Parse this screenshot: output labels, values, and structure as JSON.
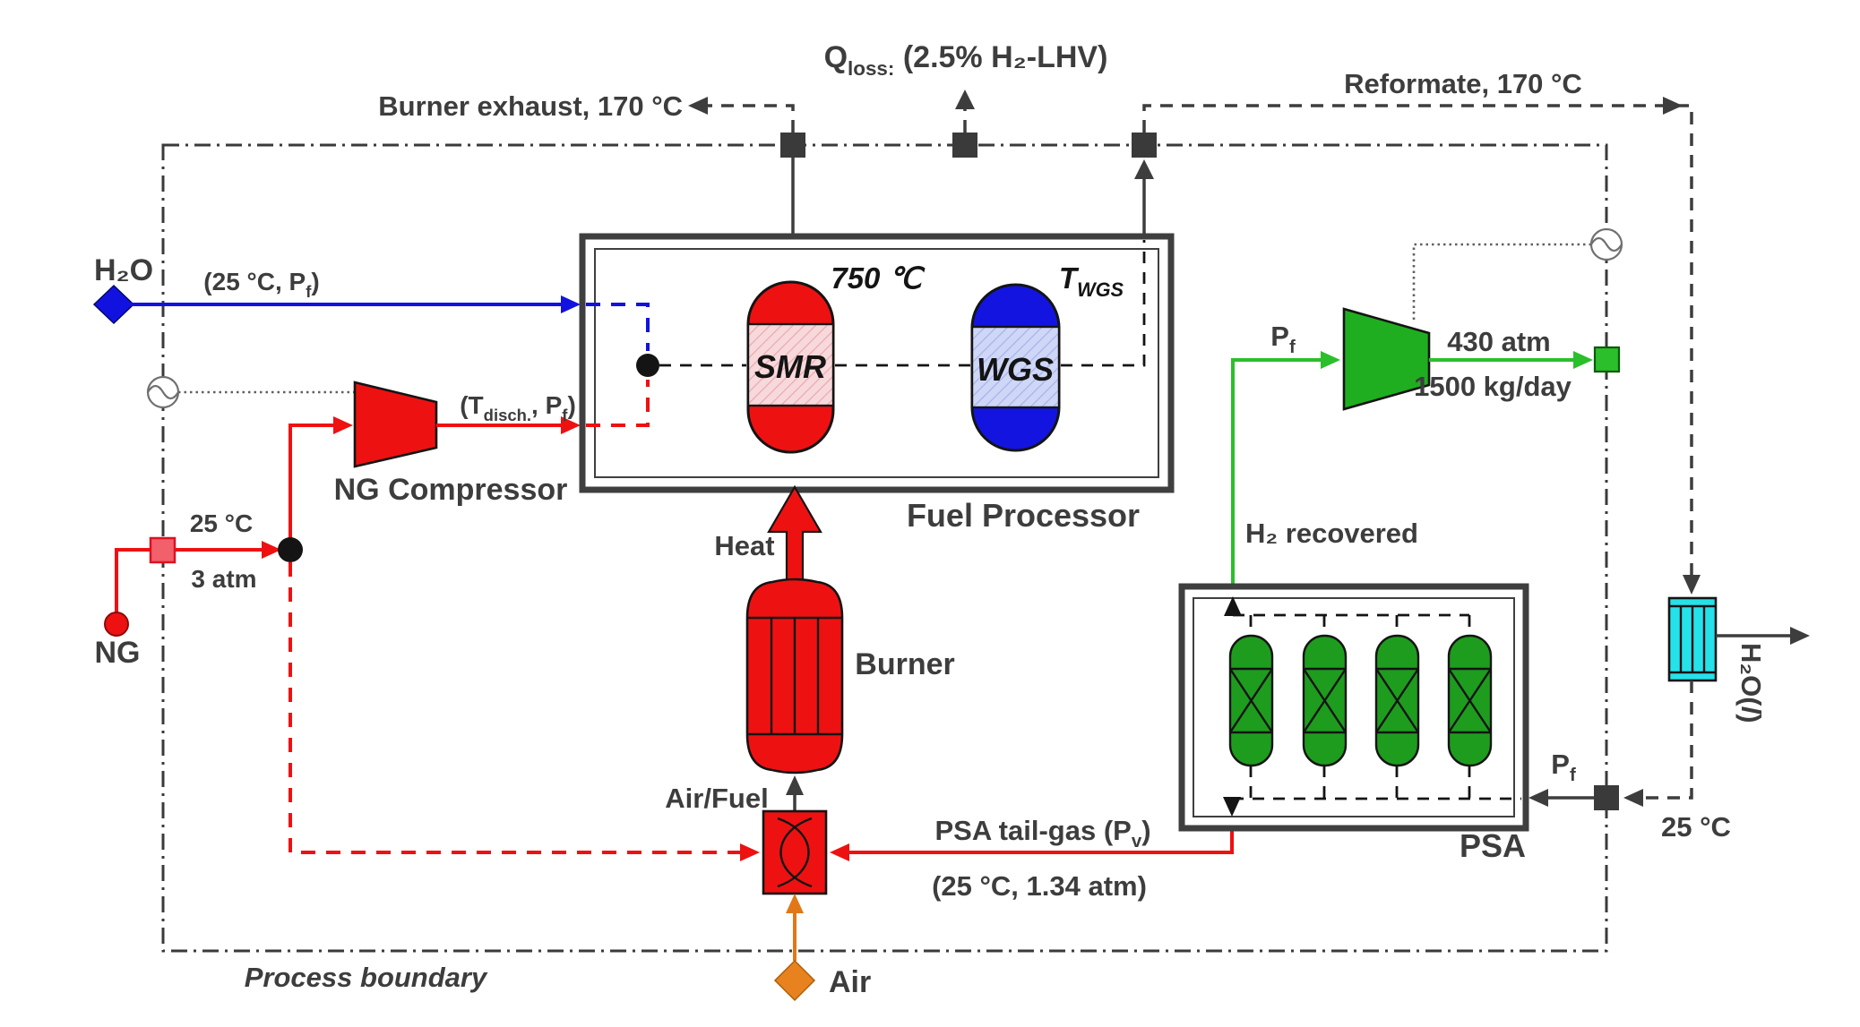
{
  "figure": {
    "type": "process-flow-diagram",
    "boundary_label": "Process boundary",
    "colors": {
      "red": "#ee1111",
      "blue": "#1212e0",
      "vessel_blue": "#1414e0",
      "green_line": "#2bbf2b",
      "green_equipment": "#1fae1f",
      "psa_green": "#1e9c1e",
      "cyan": "#25e2ea",
      "orange": "#e8821e",
      "label_gray": "#3d3d3d",
      "node_square": "#3a3a3a",
      "smr_band": "#f7d9dc",
      "wgs_band": "#cfd7f7",
      "ng_node_fill": "#f2606b"
    },
    "top_streams": {
      "burner_exhaust": "Burner exhaust, 170 °C",
      "q_loss": {
        "base": "Q",
        "sub": "loss:",
        "rest": " (2.5% H₂-LHV)"
      },
      "reformate": "Reformate, 170 °C"
    },
    "water_feed": {
      "label": "H₂O",
      "cond_pre": "(25 °C, P",
      "cond_sub": "f",
      "cond_post": ")"
    },
    "ng_feed": {
      "label": "NG",
      "temp": "25 °C",
      "press": "3 atm"
    },
    "ng_compressor": {
      "label": "NG Compressor",
      "out_pre": "(T",
      "out_sub1": "disch.",
      "out_mid": ", P",
      "out_sub2": "f",
      "out_post": ")"
    },
    "fuel_processor": {
      "label": "Fuel Processor",
      "smr": {
        "label": "SMR",
        "temp": "750 ℃"
      },
      "wgs": {
        "label": "WGS",
        "t_base": "T",
        "t_sub": "WGS"
      }
    },
    "burner": {
      "label": "Burner",
      "heat": "Heat",
      "air_fuel": "Air/Fuel"
    },
    "air_feed": {
      "label": "Air"
    },
    "tail_gas": {
      "line1_pre": "PSA tail-gas (P",
      "line1_sub": "v",
      "line1_post": ")",
      "line2": "(25 °C, 1.34 atm)"
    },
    "psa": {
      "label": "PSA",
      "h2_recovered": "H₂ recovered",
      "feed_p_base": "P",
      "feed_p_sub": "f",
      "feed_temp": "25 °C"
    },
    "h2_compressor": {
      "in_p_base": "P",
      "in_p_sub": "f",
      "out_pressure": "430 atm",
      "out_capacity": "1500 kg/day"
    },
    "condenser": {
      "out_pre": "H₂O(",
      "out_lit": "l",
      "out_post": ")"
    }
  }
}
